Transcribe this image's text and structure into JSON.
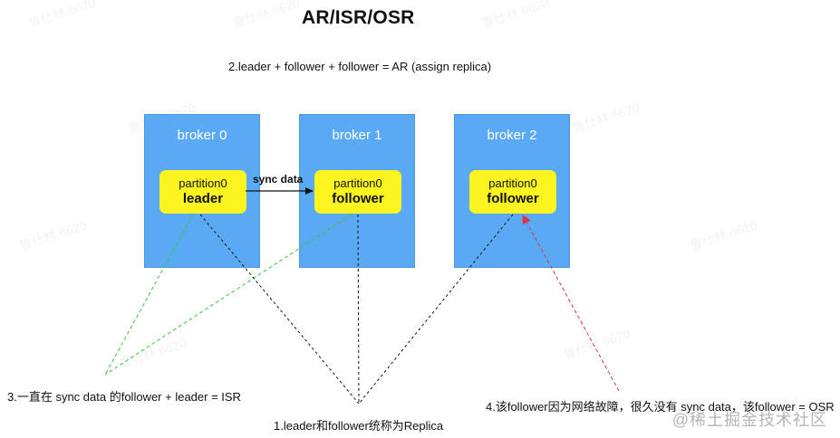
{
  "title": "AR/ISR/OSR",
  "notes": {
    "ar": "2.leader + follower + follower = AR (assign replica)",
    "isr": "3.一直在 sync data 的follower + leader  = ISR",
    "replica": "1.leader和follower统称为Replica",
    "osr": "4.该follower因为网络故障，很久没有 sync data，该follower = OSR"
  },
  "brokers": [
    {
      "label": "broker 0",
      "partition": "partition0",
      "role": "leader"
    },
    {
      "label": "broker 1",
      "partition": "partition0",
      "role": "follower"
    },
    {
      "label": "broker 2",
      "partition": "partition0",
      "role": "follower"
    }
  ],
  "sync_label": "sync data",
  "watermark": "@稀土掘金技术社区",
  "background_watermark": "鲁仕林 6620",
  "colors": {
    "broker_fill": "#5aa9f4",
    "partition_fill": "#fbf41f",
    "isr_line": "#39c53a",
    "replica_line": "#111111",
    "osr_line": "#d9363e"
  }
}
